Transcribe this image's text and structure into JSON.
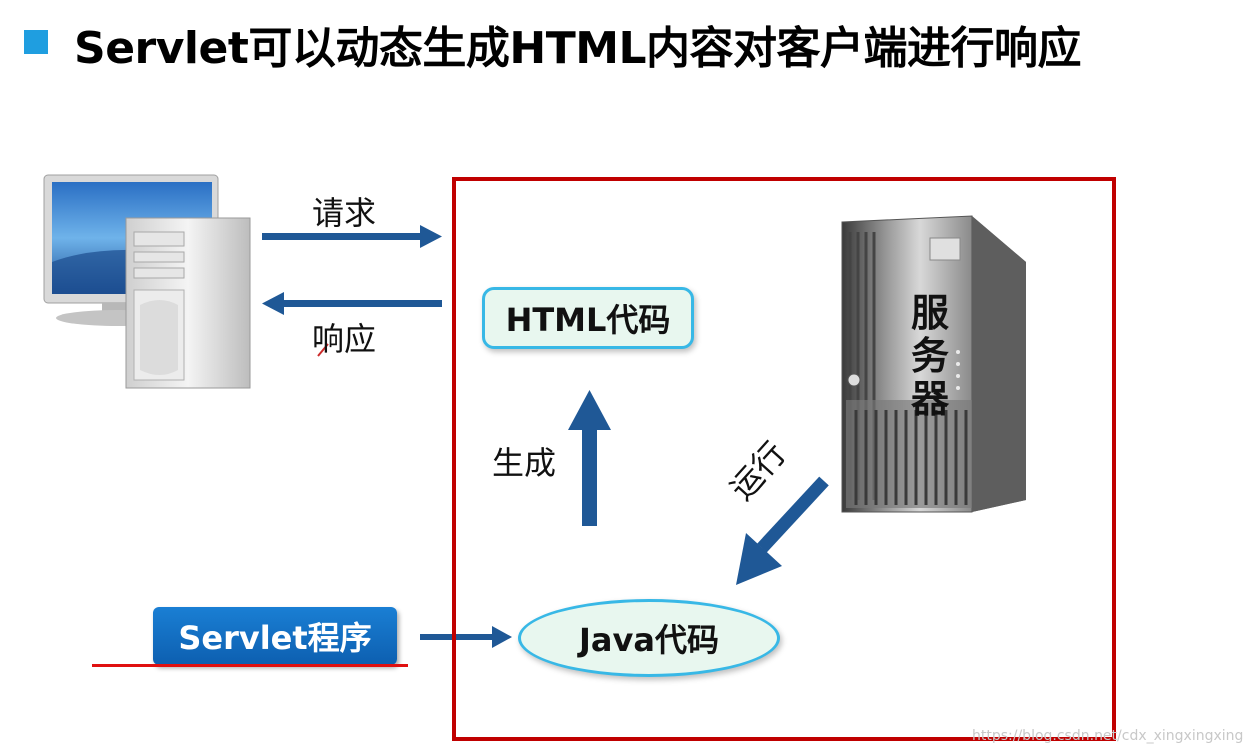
{
  "title": "Servlet可以动态生成HTML内容对客户端进行响应",
  "labels": {
    "request": "请求",
    "response": "响应",
    "generate": "生成",
    "run": "运行"
  },
  "boxes": {
    "html_code": "HTML代码",
    "java_code": "Java代码",
    "servlet_program": "Servlet程序",
    "server": "服务器"
  },
  "watermark": "https://blog.csdn.net/cdx_xingxingxing",
  "colors": {
    "title_bullet": "#1f9ee0",
    "frame": "#c00000",
    "arrow": "#1f5896",
    "box_fill": "#e8f7ef",
    "box_border": "#38b8e6",
    "servlet_fill": "#1a7fd4",
    "underline": "#e01010"
  }
}
